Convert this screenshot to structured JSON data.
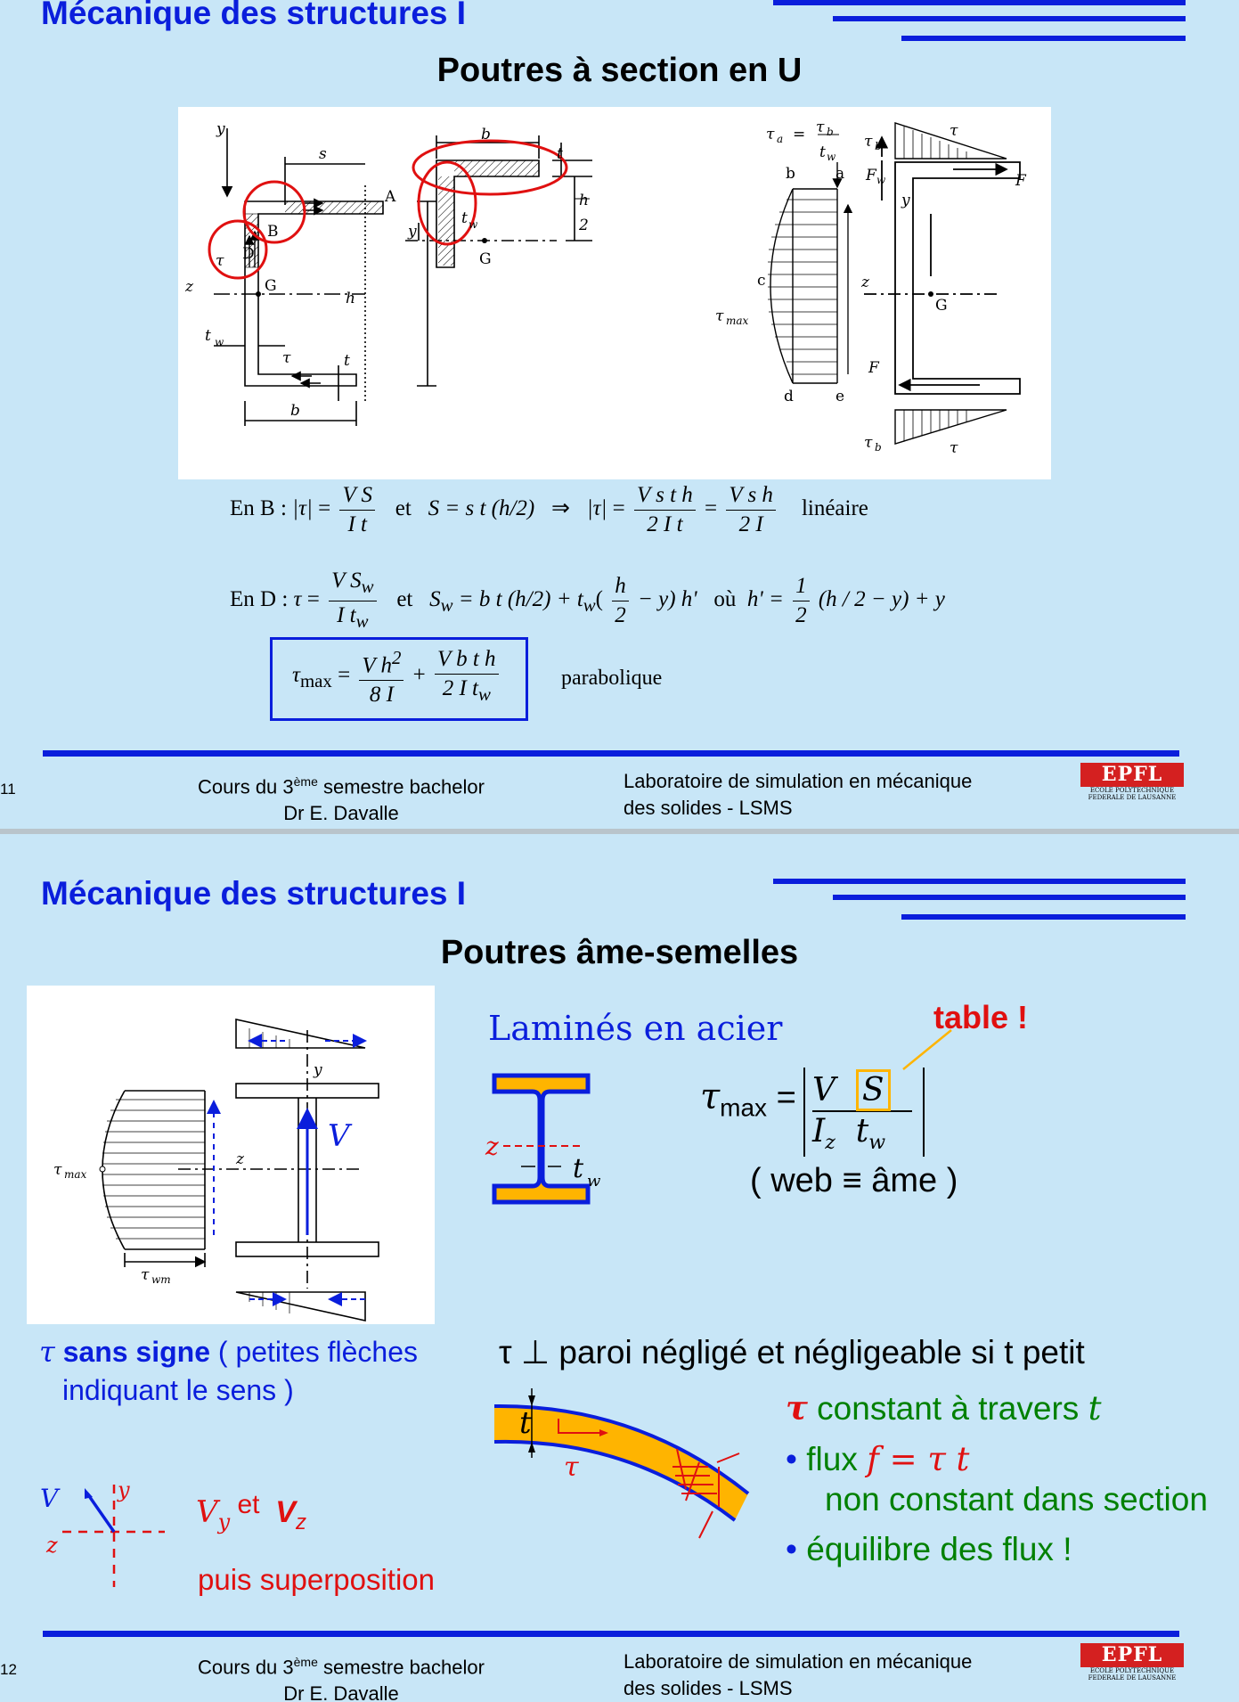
{
  "slide1": {
    "course_title": "Mécanique des structures I",
    "title": "Poutres à section en U",
    "page_number": "11",
    "fig_labels": {
      "y": "y",
      "z": "z",
      "s": "s",
      "A": "A",
      "B": "B",
      "D": "D",
      "G": "G",
      "h": "h",
      "tw": "t",
      "w": "w",
      "tau": "τ",
      "t": "t",
      "b": "b",
      "h2_num": "h",
      "h2_den": "2",
      "tau_a": "τ",
      "a_sub": "a",
      "eq": "=",
      "tau_b": "τ",
      "b_sub": "b",
      "b_lbl": "b",
      "a_lbl": "a",
      "c_lbl": "c",
      "d_lbl": "d",
      "e_lbl": "e",
      "tau_max": "τ",
      "max_sub": "max",
      "Fw": "F",
      "F": "F"
    },
    "eq_B": {
      "prefix": "En B :",
      "abs_tau": "|τ|",
      "eq1": "=",
      "f1_num": "V S",
      "f1_den": "I t",
      "and": "et",
      "S_eq": "S = s t (h/2)",
      "implies": "⇒",
      "abs_tau2": "|τ|",
      "eq2": "=",
      "f2_num": "V s t h",
      "f2_den": "2 I t",
      "eq3": "=",
      "f3_num": "V s h",
      "f3_den": "2 I",
      "kind": "linéaire"
    },
    "eq_D": {
      "prefix": "En D :",
      "tau": "τ",
      "eq1": "=",
      "f1_num": "V S",
      "f1_num_sub": "w",
      "f1_den": "I t",
      "f1_den_sub": "w",
      "and": "et",
      "S": "S",
      "S_sub": "w",
      "rhs_a": "= b t (h/2) + t",
      "rhs_a_sub": "w",
      "paren_open": "(",
      "h_num": "h",
      "h_den": "2",
      "rhs_b": "− y) h'",
      "where": "où",
      "hprime": "h' =",
      "half_num": "1",
      "half_den": "2",
      "rhs_c": "(h / 2 − y) + y"
    },
    "eq_max": {
      "tau": "τ",
      "sub": "max",
      "eq": "=",
      "f1_num": "V h",
      "f1_num_sup": "2",
      "f1_den": "8 I",
      "plus": "+",
      "f2_num": "V b t h",
      "f2_den": "2 I t",
      "f2_den_sub": "w",
      "kind": "parabolique"
    },
    "footer": {
      "left_a": "Cours du 3",
      "left_sup": "ème",
      "left_b": " semestre bachelor",
      "left_2": "Dr E. Davalle",
      "right_1": "Laboratoire de simulation en mécanique",
      "right_2": "des solides - LSMS"
    },
    "logo_text": "EPFL",
    "logo_sub_1": "ECOLE POLYTECHNIQUE",
    "logo_sub_2": "FEDERALE DE LAUSANNE"
  },
  "slide2": {
    "course_title": "Mécanique des structures I",
    "title": "Poutres âme-semelles",
    "page_number": "12",
    "fig_labels": {
      "tau_max": "τ",
      "max_sub": "max",
      "y": "y",
      "z": "z",
      "V": "V",
      "tau_wm": "τ",
      "wm_sub": "wm"
    },
    "lamines": "Laminés  en  acier",
    "table_label": "table !",
    "ibeam_labels": {
      "z": "z",
      "tw": "t",
      "w": "w"
    },
    "formula": {
      "tau": "τ",
      "sub": "max",
      "eq": "=",
      "num_V": "V",
      "num_S": "S",
      "den_I": "I",
      "den_I_sub": "z",
      "den_t": "t",
      "den_t_sub": "w"
    },
    "web_note": "( web ≡ âme )",
    "sans_signe_tau": "τ",
    "sans_signe": " sans  signe",
    "sans_signe_rest": " ( petites  flèches",
    "sans_signe_line2": "indiquant  le  sens )",
    "perp_text": "τ  ⊥  paroi  négligé  et  négligeable  si  t  petit",
    "vector_labels": {
      "V": "V",
      "y": "y",
      "z": "z"
    },
    "vy": "V",
    "vy_sub": "y",
    "vy_et": " et ",
    "vz": "V",
    "vz_sub": "z",
    "superposition": "puis superposition",
    "curved_labels": {
      "t": "t",
      "tau": "τ"
    },
    "bullets": {
      "b1_tau": "τ",
      "b1": " constant à travers ",
      "b1_t": "t",
      "b2_dot": "•",
      "b2": " flux ",
      "b2_eq": "f = τ t",
      "b2_line2": "non constant dans section",
      "b3_dot": "•",
      "b3": " équilibre des flux !"
    },
    "footer": {
      "left_a": "Cours du 3",
      "left_sup": "ème",
      "left_b": " semestre bachelor",
      "left_2": "Dr E. Davalle",
      "right_1": "Laboratoire de simulation en mécanique",
      "right_2": "des solides - LSMS"
    },
    "logo_text": "EPFL",
    "logo_sub_1": "ECOLE POLYTECHNIQUE",
    "logo_sub_2": "FEDERALE DE LAUSANNE"
  },
  "colors": {
    "blue": "#0a1edc",
    "red": "#e01010",
    "orange": "#ffb400",
    "background": "#c8e6f7"
  }
}
